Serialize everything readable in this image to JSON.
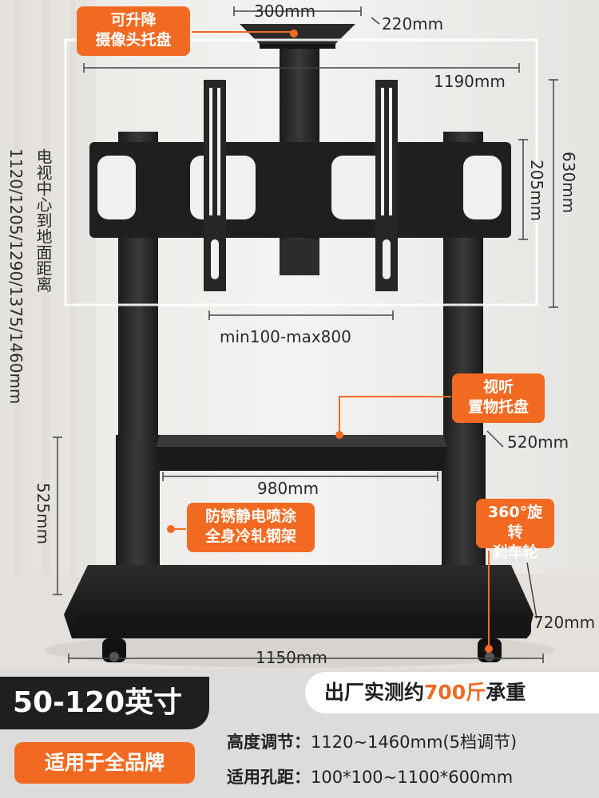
{
  "callouts": {
    "camera_tray": [
      "可升降",
      "摄像头托盘"
    ],
    "av_tray": [
      "视听",
      "置物托盘"
    ],
    "frame": [
      "防锈静电喷涂",
      "全身冷轧钢架"
    ],
    "wheels": [
      "360°旋转",
      "刹车轮"
    ]
  },
  "dimensions": {
    "tray_width": "300mm",
    "tray_depth": "220mm",
    "frame_width": "1190mm",
    "frame_height": "630mm",
    "bracket_height": "205mm",
    "hole_range": "min100-max800",
    "shelf_depth": "520mm",
    "shelf_width": "980mm",
    "shelf_height": "525mm",
    "base_depth": "720mm",
    "base_width": "1150mm",
    "center_height_label": "电视中心到地面距离",
    "center_height_values": "1120/1205/1290/1375/1460mm"
  },
  "footer": {
    "size": "50-120英寸",
    "brand": "适用于全品牌",
    "load_prefix": "出厂实测约",
    "load_value": "700斤",
    "load_suffix": "承重",
    "height_label": "高度调节：",
    "height_value": "1120~1460mm(5档调节)",
    "hole_label": "适用孔距：",
    "hole_value": "100*100~1100*600mm"
  },
  "colors": {
    "accent": "#f26a22",
    "dark": "#1f1f1f",
    "text": "#2a2a2a"
  }
}
